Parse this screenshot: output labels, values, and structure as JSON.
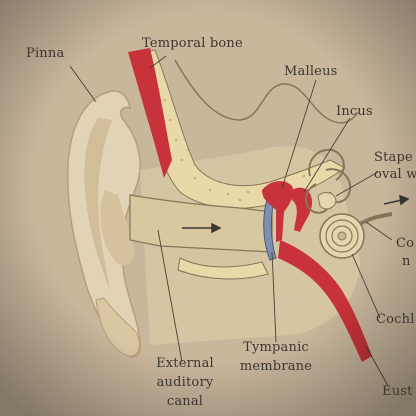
{
  "diagram": {
    "labels": {
      "pinna": "Pinna",
      "temporal_bone": "Temporal bone",
      "malleus": "Malleus",
      "incus": "Incus",
      "stapes": "Stape",
      "oval_window": "oval wi",
      "cochlear_nerve_1": "Co",
      "cochlear_nerve_2": "n",
      "cochlea": "Cochl",
      "external_1": "External",
      "external_2": "auditory",
      "external_3": "canal",
      "tympanic_1": "Tympanic",
      "tympanic_2": "membrane",
      "eustachian": "Eust"
    },
    "colors": {
      "background": "#c9b79c",
      "ear": "#e2d3b6",
      "ear_shadow": "#cdb894",
      "bone_red": "#c8323a",
      "bone_fill": "#ead9a8",
      "canal": "#d9c79f",
      "line": "#4a4036"
    }
  }
}
